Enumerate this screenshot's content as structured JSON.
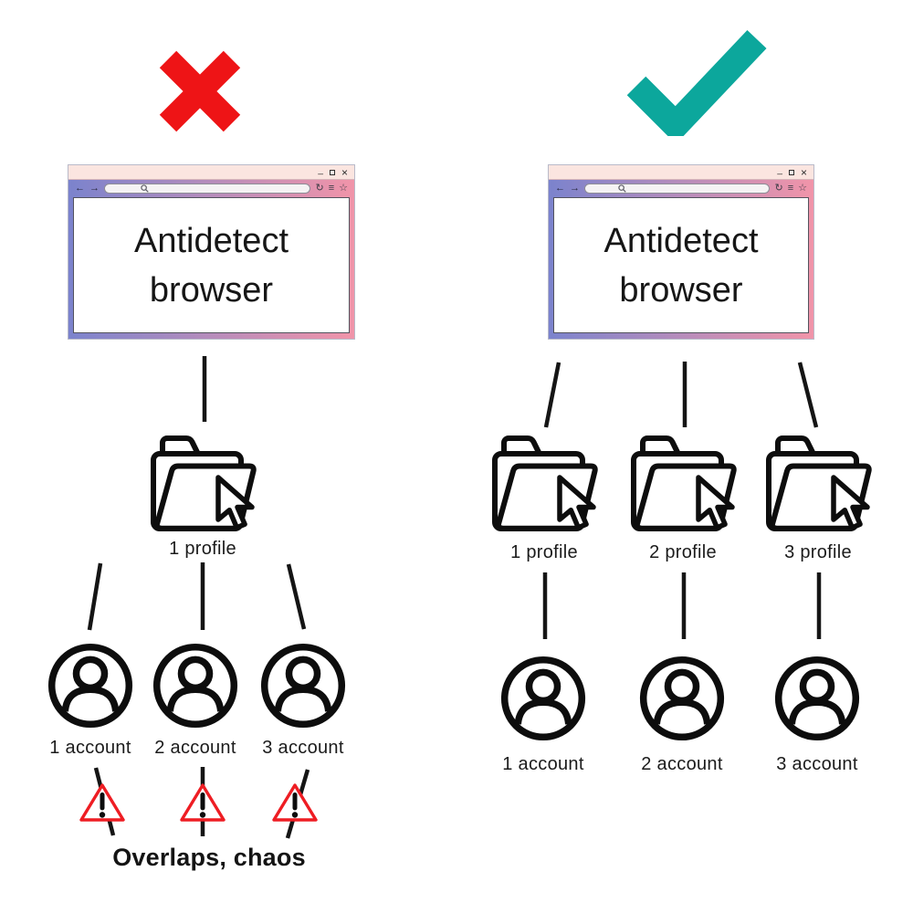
{
  "colors": {
    "cross-red": "#ee1416",
    "check-teal": "#0ca79c",
    "frame-blue": "#7b83cd",
    "frame-pink": "#f194a9",
    "titlebar-pink": "#fbe5e0",
    "warning-red": "#ee1d23",
    "ink": "#151515"
  },
  "browser_chrome": {
    "minimize": "_",
    "close": "×",
    "back": "←",
    "forward": "→",
    "refresh": "↻",
    "menu": "≡",
    "bookmark": "☆"
  },
  "left_panel": {
    "verdict": "rejected",
    "browser": {
      "title_line1": "Antidetect",
      "title_line2": "browser"
    },
    "profiles": [
      "1 profile"
    ],
    "accounts": [
      "1 account",
      "2 account",
      "3 account"
    ],
    "caption": "Overlaps, chaos"
  },
  "right_panel": {
    "verdict": "approved",
    "browser": {
      "title_line1": "Antidetect",
      "title_line2": "browser"
    },
    "profiles": [
      "1 profile",
      "2 profile",
      "3 profile"
    ],
    "accounts": [
      "1 account",
      "2 account",
      "3 account"
    ]
  }
}
